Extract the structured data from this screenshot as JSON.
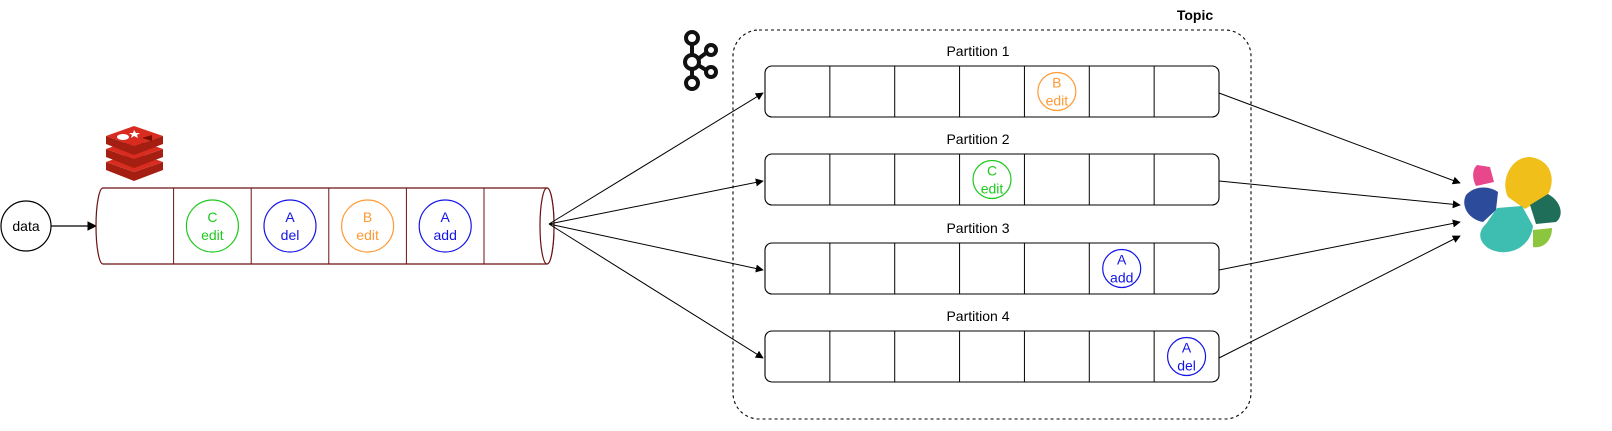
{
  "source": {
    "label": "data"
  },
  "queue": {
    "cells": [
      {
        "letter": "",
        "action": "",
        "color": ""
      },
      {
        "letter": "C",
        "action": "edit",
        "color": "#1ec81e"
      },
      {
        "letter": "A",
        "action": "del",
        "color": "#1414e6"
      },
      {
        "letter": "B",
        "action": "edit",
        "color": "#ff9933"
      },
      {
        "letter": "A",
        "action": "add",
        "color": "#1414e6"
      },
      {
        "letter": "",
        "action": "",
        "color": ""
      }
    ],
    "border_color": "#6b1010",
    "icon": "redis-icon"
  },
  "topic": {
    "label": "Topic",
    "icon": "kafka-icon",
    "partitions": [
      {
        "label": "Partition 1",
        "message": {
          "slot": 4,
          "letter": "B",
          "action": "edit",
          "color": "#ff9933"
        }
      },
      {
        "label": "Partition 2",
        "message": {
          "slot": 3,
          "letter": "C",
          "action": "edit",
          "color": "#1ec81e"
        }
      },
      {
        "label": "Partition 3",
        "message": {
          "slot": 5,
          "letter": "A",
          "action": "add",
          "color": "#1414e6"
        }
      },
      {
        "label": "Partition 4",
        "message": {
          "slot": 6,
          "letter": "A",
          "action": "del",
          "color": "#1414e6"
        }
      }
    ],
    "slots_per_partition": 7
  },
  "sink": {
    "icon": "elasticsearch-icon"
  }
}
